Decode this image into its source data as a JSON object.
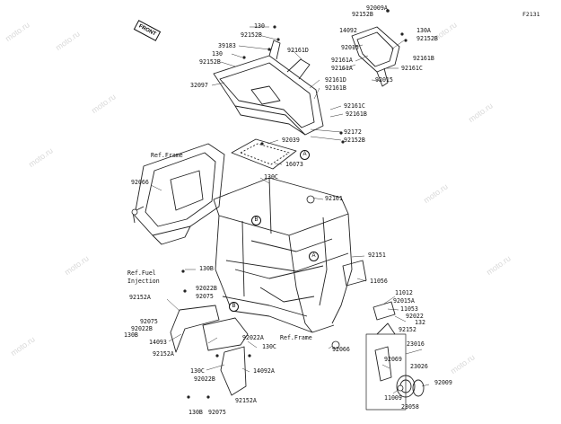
{
  "diagram_code": "F2131",
  "front_label": "FRONT",
  "markers": {
    "a": "A",
    "b": "B"
  },
  "watermark": "moto.ru",
  "ref_frame": "Ref.Frame",
  "ref_fuel_injection": "Ref.Fuel Injection",
  "labels": {
    "l92009a": "92009A",
    "l92152b_top": "92152B",
    "l14092": "14092",
    "l130_top": "130",
    "l92152b_2": "92152B",
    "l39183": "39183",
    "l130_mid": "130",
    "l92152b_3": "92152B",
    "l92161d_1": "92161D",
    "l32097": "32097",
    "l92015_1": "92015",
    "l92161a_1": "92161A",
    "l92161a_2": "92161A",
    "l130a": "130A",
    "l92152b_r": "92152B",
    "l92161b_1": "92161B",
    "l92161c_1": "92161C",
    "l92015_2": "92015",
    "l92161d_2": "92161D",
    "l92161b_2": "92161B",
    "l92161c_2": "92161C",
    "l92161b_3": "92161B",
    "l92039": "92039",
    "l92172": "92172",
    "l92152b_4": "92152B",
    "l16073": "16073",
    "l92066_1": "92066",
    "l130c_1": "130C",
    "l92161": "92161",
    "l92151": "92151",
    "l130b_1": "130B",
    "l92022b_1": "92022B",
    "l92075_1": "92075",
    "l11056": "11056",
    "l11012": "11012",
    "l92015a": "92015A",
    "l11053": "11053",
    "l92022": "92022",
    "l132": "132",
    "l92152a_1": "92152A",
    "l92075_2": "92075",
    "l92022b_2": "92022B",
    "l130b_2": "130B",
    "l14093": "14093",
    "l92152": "92152",
    "l92022a": "92022A",
    "l130c_2": "130C",
    "l92152a_2": "92152A",
    "l92066_2": "92066",
    "l23016": "23016",
    "l92069": "92069",
    "l23026": "23026",
    "l130c_3": "130C",
    "l14092a": "14092A",
    "l92022b_3": "92022B",
    "l92009": "92009",
    "l11009": "11009",
    "l23058": "23058",
    "l130b_3": "130B",
    "l92075_3": "92075",
    "l92152a_3": "92152A"
  }
}
